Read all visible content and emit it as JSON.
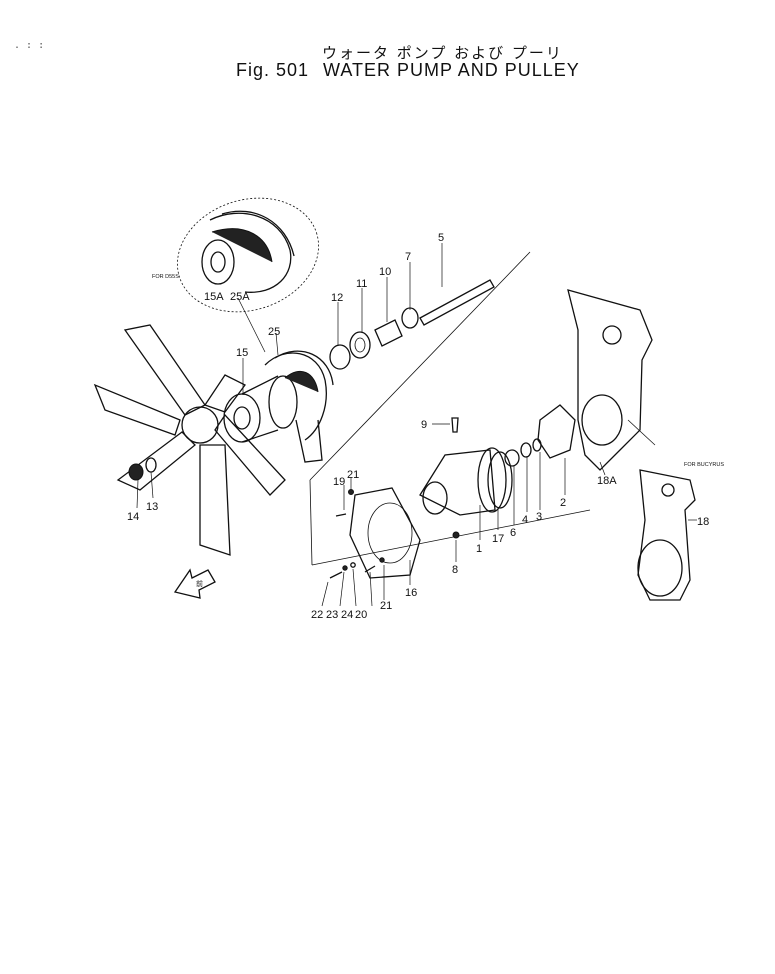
{
  "header": {
    "corner_marks": ". : :",
    "title_jp": "ウォータ ポンプ および プーリ",
    "fig_label": "Fig. 501",
    "title_en": "WATER PUMP AND PULLEY"
  },
  "notes": {
    "detail_bubble": "FOR D55S",
    "bucyrus": "FOR BUCYRUS",
    "arrow_glyph": "前"
  },
  "parts": [
    {
      "id": "p1",
      "label": "1"
    },
    {
      "id": "p2",
      "label": "2"
    },
    {
      "id": "p3",
      "label": "3"
    },
    {
      "id": "p4",
      "label": "4"
    },
    {
      "id": "p5",
      "label": "5"
    },
    {
      "id": "p6",
      "label": "6"
    },
    {
      "id": "p7",
      "label": "7"
    },
    {
      "id": "p8",
      "label": "8"
    },
    {
      "id": "p9",
      "label": "9"
    },
    {
      "id": "p10",
      "label": "10"
    },
    {
      "id": "p11",
      "label": "11"
    },
    {
      "id": "p12",
      "label": "12"
    },
    {
      "id": "p13",
      "label": "13"
    },
    {
      "id": "p14",
      "label": "14"
    },
    {
      "id": "p15",
      "label": "15"
    },
    {
      "id": "p15a",
      "label": "15A"
    },
    {
      "id": "p16",
      "label": "16"
    },
    {
      "id": "p17",
      "label": "17"
    },
    {
      "id": "p18",
      "label": "18"
    },
    {
      "id": "p18a",
      "label": "18A"
    },
    {
      "id": "p19",
      "label": "19"
    },
    {
      "id": "p20",
      "label": "20"
    },
    {
      "id": "p21a",
      "label": "21"
    },
    {
      "id": "p21b",
      "label": "21"
    },
    {
      "id": "p22",
      "label": "22"
    },
    {
      "id": "p23",
      "label": "23"
    },
    {
      "id": "p24",
      "label": "24"
    },
    {
      "id": "p25",
      "label": "25"
    },
    {
      "id": "p25a",
      "label": "25A"
    }
  ]
}
